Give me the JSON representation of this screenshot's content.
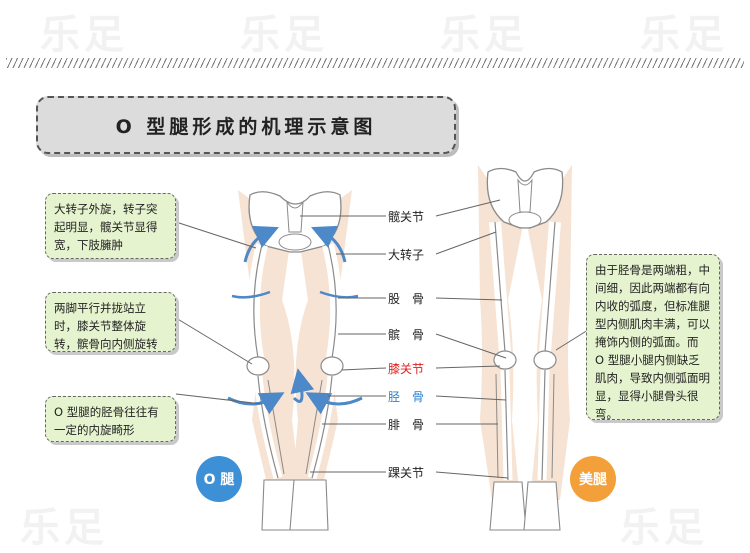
{
  "watermark": "乐足",
  "title": "O 型腿形成的机理示意图",
  "left_notes": [
    "大转子外旋，转子突起明显，髋关节显得宽，下肢臃肿",
    "两脚平行并拢站立时，膝关节整体旋转，髌骨向内侧旋转",
    "O 型腿的胫骨往往有一定的内旋畸形"
  ],
  "right_note": "由于胫骨是两端粗，中间细，因此两端都有向内收的弧度，但标准腿型内侧肌肉丰满，可以掩饰内侧的弧面。而 O 型腿小腿内侧缺乏肌肉，导致内侧弧面明显，显得小腿骨头很弯。",
  "labels": {
    "hip": "髋关节",
    "trochanter": "大转子",
    "femur": "股　骨",
    "patella": "髌　骨",
    "knee": "膝关节",
    "tibia": "胫　骨",
    "fibula": "腓　骨",
    "ankle": "踝关节"
  },
  "badges": {
    "o_leg": "O 腿",
    "nice_leg": "美腿"
  },
  "colors": {
    "red_label": "#e0201c",
    "blue_label": "#2a7fd4",
    "o_badge": "#3d8fd6",
    "nice_badge": "#f3a03b",
    "note_bg": "#e6f3cf"
  }
}
